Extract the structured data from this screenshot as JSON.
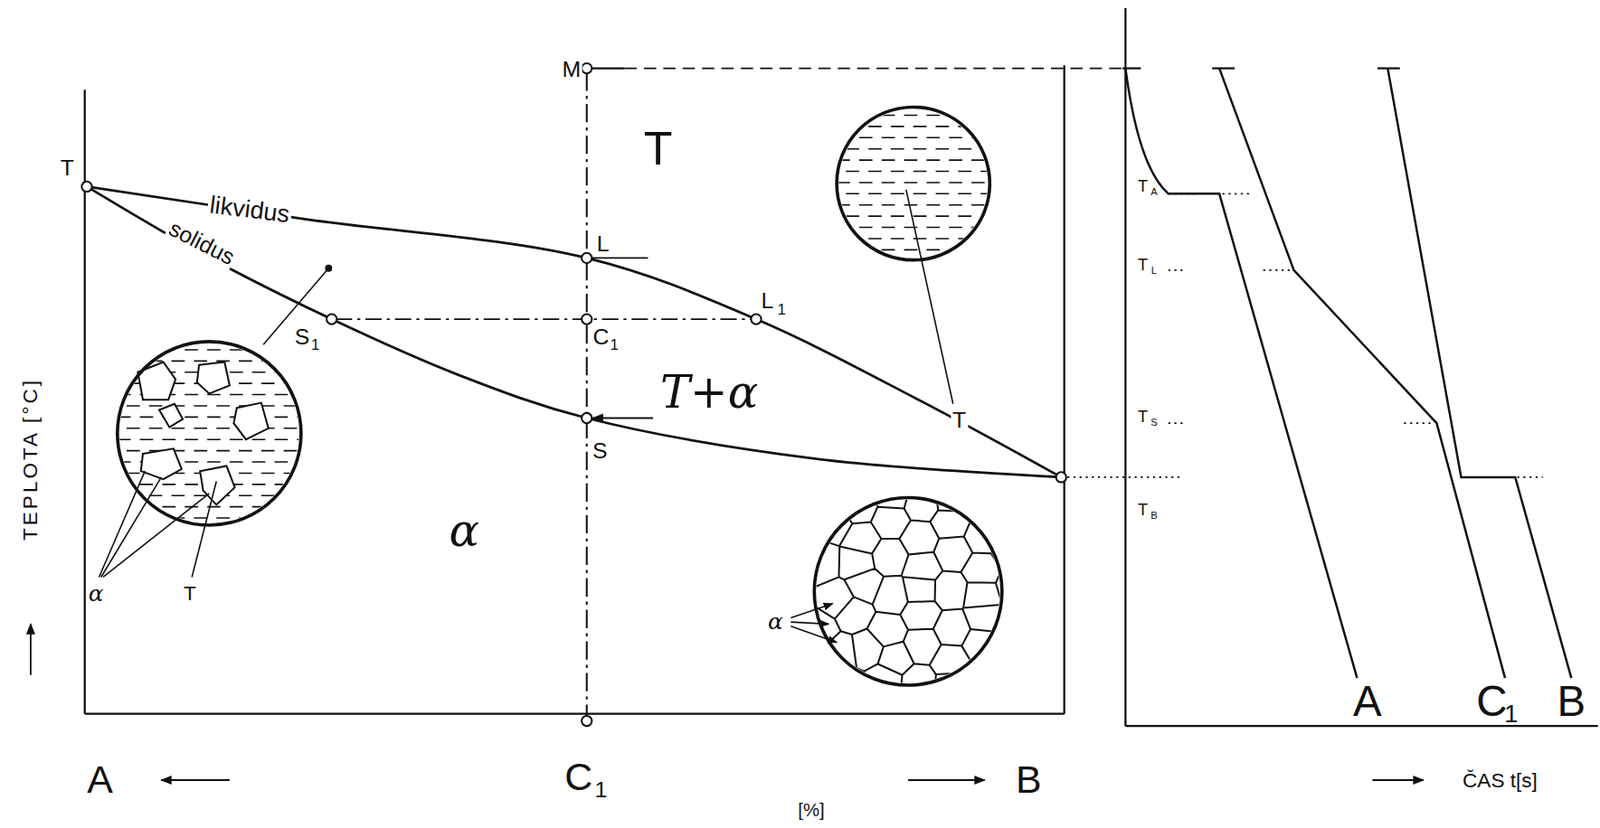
{
  "diagram": {
    "labels": [
      "M",
      "T",
      "likvidus",
      "solidus",
      "T",
      "L",
      "L",
      "1",
      "S",
      "1",
      "C",
      "1",
      "T+α",
      "S",
      "α",
      "T",
      "α",
      "T",
      "α",
      "TEPLOTA [°C]",
      "A",
      "C",
      "1",
      "[%]",
      "B",
      "T",
      "A",
      "T",
      "L",
      "T",
      "S",
      "T",
      "B",
      "A",
      "C",
      "1",
      "B",
      "ČAS t[s]"
    ]
  }
}
